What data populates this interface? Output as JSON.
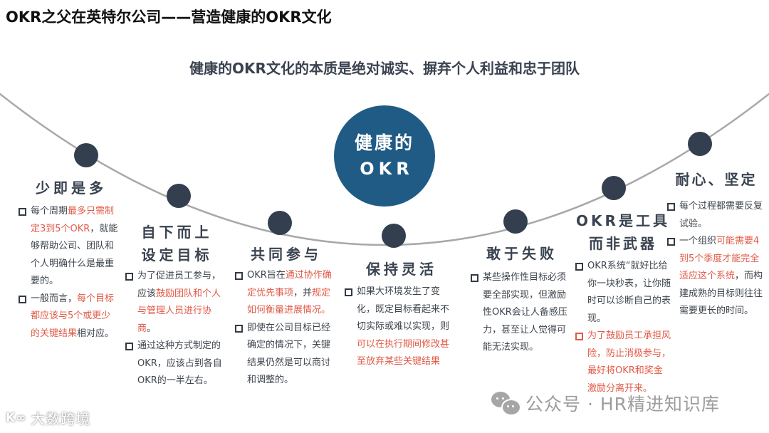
{
  "title": "OKR之父在英特尔公司——营造健康的OKR文化",
  "subtitle": "健康的OKR文化的本质是绝对诚实、摒弃个人利益和忠于团队",
  "center": {
    "line1": "健康的",
    "line2": "OKR",
    "color": "#1f5b85"
  },
  "colors": {
    "accent_red": "#e05a47",
    "dot": "#333f4f",
    "curve": "#a8a8a8"
  },
  "sections": [
    {
      "heading": [
        "少即是多"
      ],
      "bullets": [
        {
          "segments": [
            {
              "t": "每个周期",
              "red": false
            },
            {
              "t": "最多只需制定3到5个OKR",
              "red": true
            },
            {
              "t": "，就能够帮助公司、团队和个人明确什么是最重要的。",
              "red": false
            }
          ]
        },
        {
          "segments": [
            {
              "t": "一般而言，",
              "red": false
            },
            {
              "t": "每个目标都应该与5个或更少的关键结果",
              "red": true
            },
            {
              "t": "相对应。",
              "red": false
            }
          ]
        }
      ]
    },
    {
      "heading": [
        "自下而上",
        "设定目标"
      ],
      "bullets": [
        {
          "segments": [
            {
              "t": "为了促进员工参与，应该",
              "red": false
            },
            {
              "t": "鼓励团队和个人与管理人员进行协商",
              "red": true
            },
            {
              "t": "。",
              "red": false
            }
          ]
        },
        {
          "segments": [
            {
              "t": "通过这种方式制定的OKR，应该占到各自OKR的一半左右。",
              "red": false
            }
          ]
        }
      ]
    },
    {
      "heading": [
        "共同参与"
      ],
      "bullets": [
        {
          "segments": [
            {
              "t": "OKR旨在",
              "red": false
            },
            {
              "t": "通过协作确定优先事项",
              "red": true
            },
            {
              "t": "，并",
              "red": false
            },
            {
              "t": "规定如何衡量进展情况。",
              "red": true
            }
          ]
        },
        {
          "segments": [
            {
              "t": "即使在公司目标已经确定的情况下，关键结果仍然是可以商讨和调整的。",
              "red": false
            }
          ]
        }
      ]
    },
    {
      "heading": [
        "保持灵活"
      ],
      "bullets": [
        {
          "segments": [
            {
              "t": "如果大环境发生了变化，既定目标看起来不切实际或难以实现，则",
              "red": false
            },
            {
              "t": "可以在执行期间修改甚至放弃某些关键结果",
              "red": true
            }
          ]
        }
      ]
    },
    {
      "heading": [
        "敢于失败"
      ],
      "bullets": [
        {
          "segments": [
            {
              "t": "某些操作性目标必须要全部实现，但激励性OKR会让人备感压力，甚至让人觉得可能无法实现。",
              "red": false
            }
          ]
        }
      ]
    },
    {
      "heading": [
        "OKR是工具",
        "而非武器"
      ],
      "bullets": [
        {
          "segments": [
            {
              "t": "OKR系统“就好比给你一块秒表，让你随时可以诊断自己的表现。",
              "red": false
            }
          ]
        },
        {
          "redbox": true,
          "segments": [
            {
              "t": "为了鼓励员工承担风险，防止消极参与，最好将OKR和奖金激励分离开来。",
              "red": true
            }
          ]
        }
      ]
    },
    {
      "heading": [
        "耐心、坚定"
      ],
      "bullets": [
        {
          "segments": [
            {
              "t": "每个过程都需要反复试验。",
              "red": false
            }
          ]
        },
        {
          "segments": [
            {
              "t": "一个组织",
              "red": false
            },
            {
              "t": "可能需要4到5个季度才能完全适应这个系统",
              "red": true
            },
            {
              "t": "，而构建成熟的目标则往往需要更长的时间。",
              "red": false
            }
          ]
        }
      ]
    }
  ],
  "watermarks": {
    "left_logo": "K∞",
    "left_text": "大数跨境",
    "right_text": "公众号 · HR精进知识库"
  }
}
